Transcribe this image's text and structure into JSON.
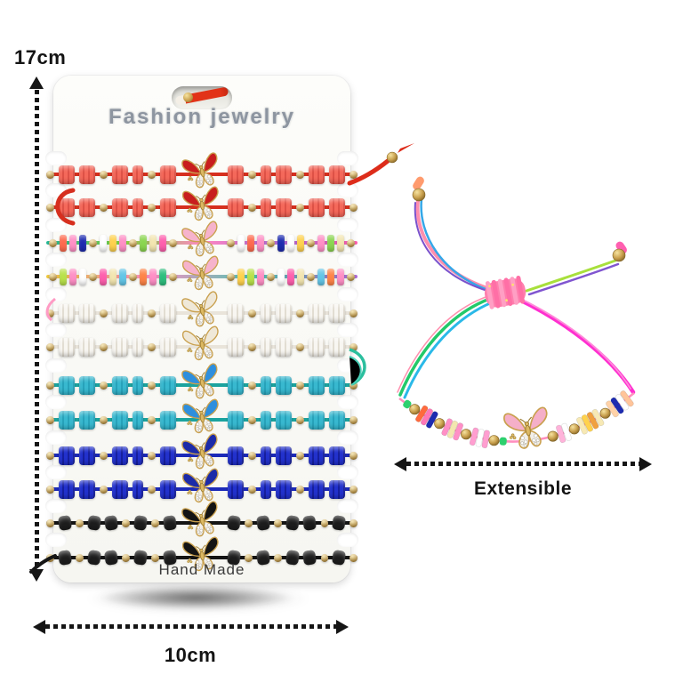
{
  "annotations": {
    "height": "17cm",
    "width": "10cm",
    "extensible": "Extensible"
  },
  "card": {
    "brand": "Fashion jewelry",
    "footer": "Hand Made",
    "hang_cord_color": "#dd2c1a",
    "rows": [
      {
        "name": "coral bracelet 1",
        "type": "cylinder",
        "cord": "#d62f1e",
        "bead": "#f4685a",
        "stripe": "#de5146",
        "butterfly": "#c81e1e"
      },
      {
        "name": "coral bracelet 2",
        "type": "cylinder",
        "cord": "#d62f1e",
        "bead": "#f4685a",
        "stripe": "#de5146",
        "butterfly": "#c81e1e"
      },
      {
        "name": "multicolor bracelet 1",
        "type": "disc",
        "cord_colors": [
          "#25b898",
          "#86d63e",
          "#ff86c2",
          "#b06ad6",
          "#ff5fae"
        ],
        "palette": [
          "#ff6a4d",
          "#ff8fc6",
          "#1d2bb0",
          "#ffffff",
          "#ffd24d",
          "#ff8fc6",
          "#8ad64f",
          "#f3e6b0",
          "#ff5fae",
          "#ffffff"
        ],
        "butterfly": "#f6b3cc"
      },
      {
        "name": "multicolor bracelet 2",
        "type": "disc",
        "cord_colors": [
          "#f0c93e",
          "#ff8fc6",
          "#4dc6b0",
          "#b06ad6"
        ],
        "palette": [
          "#b9e24a",
          "#ff8fc6",
          "#ffffff",
          "#ff5fae",
          "#f3e6b0",
          "#63c6e8",
          "#ff8447",
          "#ff8fc6",
          "#2dbf7e",
          "#ffd24d"
        ],
        "butterfly": "#f6b3cc"
      },
      {
        "name": "white bracelet 1",
        "type": "cylinder",
        "cord": "#e9e4da",
        "bead": "#f8f6f1",
        "stripe": "#e2ddd2",
        "butterfly": "#efe8d8"
      },
      {
        "name": "white bracelet 2",
        "type": "cylinder",
        "cord": "#e9e4da",
        "bead": "#f8f6f1",
        "stripe": "#e2ddd2",
        "butterfly": "#efe8d8"
      },
      {
        "name": "turquoise bracelet 1",
        "type": "cylinder",
        "cord": "#1ba39e",
        "bead": "#38b8cf",
        "stripe": "#27a2ba",
        "butterfly": "#2f8fdd"
      },
      {
        "name": "turquoise bracelet 2",
        "type": "cylinder",
        "cord": "#1ba39e",
        "bead": "#38b8cf",
        "stripe": "#27a2ba",
        "butterfly": "#2f8fdd"
      },
      {
        "name": "royal blue bracelet 1",
        "type": "cylinder",
        "cord": "#1c2ab8",
        "bead": "#2231cc",
        "stripe": "#161f9e",
        "butterfly": "#1c2ba8"
      },
      {
        "name": "royal blue bracelet 2",
        "type": "cylinder",
        "cord": "#1c2ab8",
        "bead": "#2231cc",
        "stripe": "#161f9e",
        "butterfly": "#1c2ba8"
      },
      {
        "name": "black bracelet 1",
        "type": "knot",
        "cord": "#141414",
        "bead": "#1d1d1d",
        "stripe": "#000000",
        "butterfly": "#141414"
      },
      {
        "name": "black bracelet 2",
        "type": "knot",
        "cord": "#141414",
        "bead": "#1d1d1d",
        "stripe": "#000000",
        "butterfly": "#141414"
      }
    ]
  },
  "single_bracelet": {
    "name": "adjustable rainbow butterfly bracelet",
    "butterfly": "#f5afc8",
    "knot_color": "#ff7fae",
    "coil_colors": [
      "#ff9fc4",
      "#ff6fa6"
    ],
    "cord_strands": {
      "tail_left": [
        "#ff8fae",
        "#35a7e8",
        "#7a52cc"
      ],
      "tail_right": [
        "#a8e03c",
        "#8055d0"
      ],
      "lower_left": [
        "#23c96a",
        "#2ab9e8",
        "#ff8fae"
      ],
      "lower_right": [
        "#ff2fd0",
        "#ff8ad9"
      ],
      "arc": "#ff8fbe"
    },
    "beads": [
      {
        "t": "knotbit",
        "c": "#2dd06e"
      },
      {
        "t": "gold"
      },
      {
        "t": "disc",
        "cs": [
          "#ff6a3d",
          "#ff77b8",
          "#1d2bb0"
        ]
      },
      {
        "t": "gold"
      },
      {
        "t": "disc",
        "cs": [
          "#ff8fc6",
          "#f3e6b0",
          "#ff8fc6"
        ]
      },
      {
        "t": "gold"
      },
      {
        "t": "disc",
        "cs": [
          "#ff9ed0",
          "#ffffff",
          "#ff9ed0"
        ]
      },
      {
        "t": "gold"
      },
      {
        "t": "knotbit",
        "c": "#2dd06e"
      },
      {
        "t": "butterfly"
      },
      {
        "t": "gold"
      },
      {
        "t": "disc",
        "cs": [
          "#ffb3da",
          "#ffffff"
        ]
      },
      {
        "t": "gold"
      },
      {
        "t": "disc",
        "cs": [
          "#f7e9b5",
          "#ffd24d",
          "#f0a03f",
          "#f7e9b5"
        ]
      },
      {
        "t": "gold"
      },
      {
        "t": "disc",
        "cs": [
          "#ffd2a8",
          "#1d2bb0",
          "#ffffff",
          "#ffc49a"
        ]
      }
    ]
  },
  "colors": {
    "gold": "#c9a04e",
    "gold_dark": "#8a6a28",
    "gold_light": "#f6e3a0",
    "rhinestone": "#f2efe8",
    "arrow": "#151515"
  }
}
